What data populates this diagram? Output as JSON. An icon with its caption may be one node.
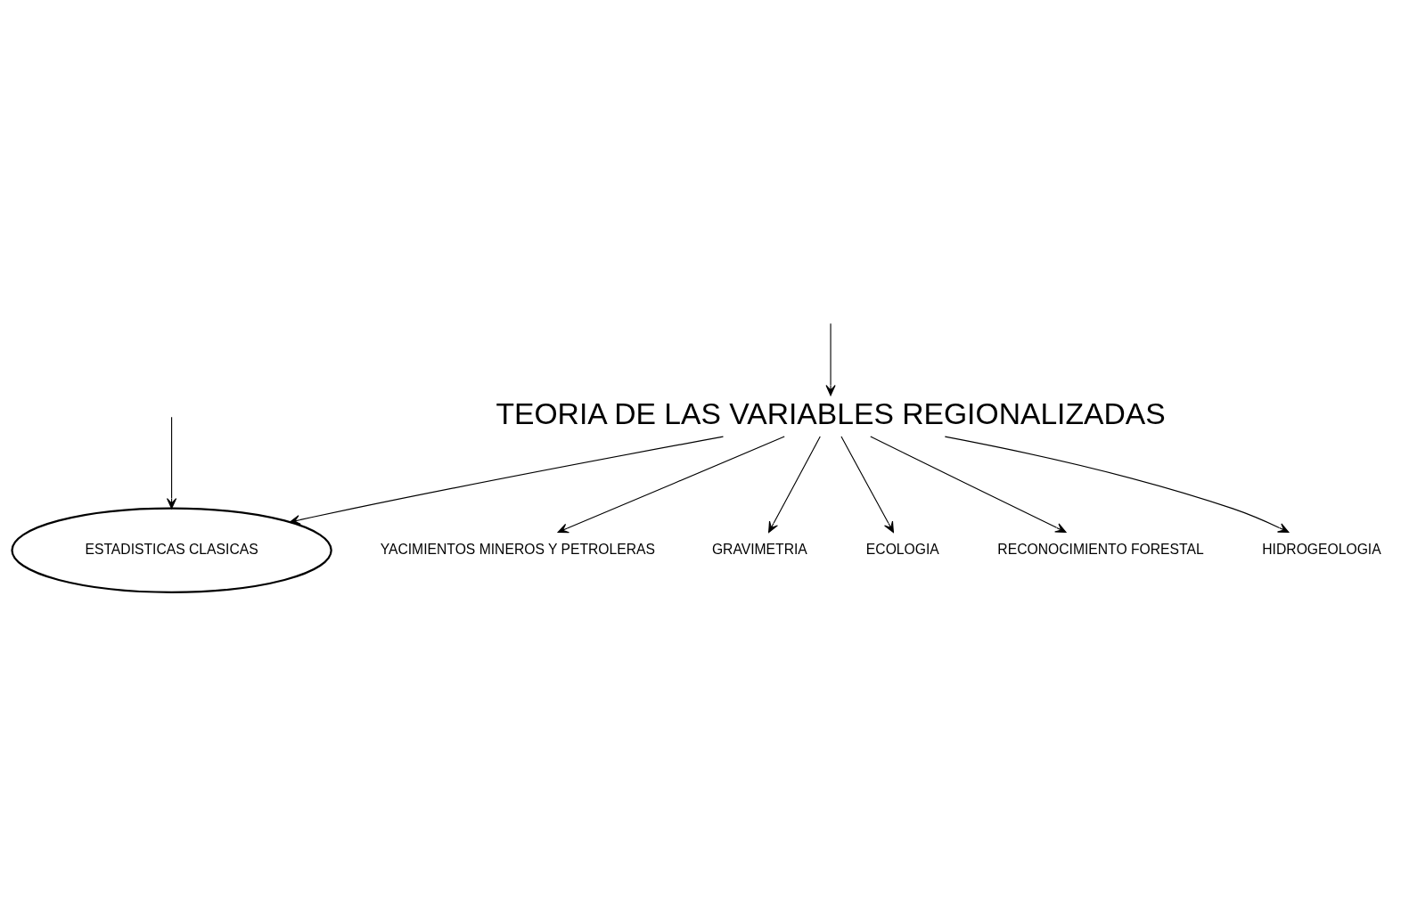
{
  "diagram": {
    "nodes": [
      {
        "text": [
          "TEORIA DE LAS VARIABLES REGIONALIZADAS"
        ]
      },
      {
        "text": [
          "YACIMIENTOS MINEROS Y PETROLERAS"
        ]
      },
      {
        "text": [
          "GRAVIMETRIA"
        ]
      },
      {
        "text": [
          "ESTADISTICAS CLASICAS"
        ]
      },
      {
        "text": [
          "ECOLOGIA"
        ]
      },
      {
        "text": [
          "RECONOCIMIENTO FORESTAL"
        ]
      },
      {
        "text": [
          "HIDROGEOLOGIA"
        ]
      }
    ],
    "edges": [
      {
        "from": null,
        "to": 3,
        "arrow": "to"
      },
      {
        "from": null,
        "to": 0,
        "arrow": "to"
      },
      {
        "from": 0,
        "to": 1,
        "arrow": "to"
      },
      {
        "from": 0,
        "to": 2,
        "arrow": "to"
      },
      {
        "from": 0,
        "to": 3,
        "arrow": "to"
      },
      {
        "from": 0,
        "to": 4,
        "arrow": "to"
      },
      {
        "from": 0,
        "to": 5,
        "arrow": "to"
      },
      {
        "from": 0,
        "to": 6,
        "arrow": "to"
      }
    ]
  }
}
